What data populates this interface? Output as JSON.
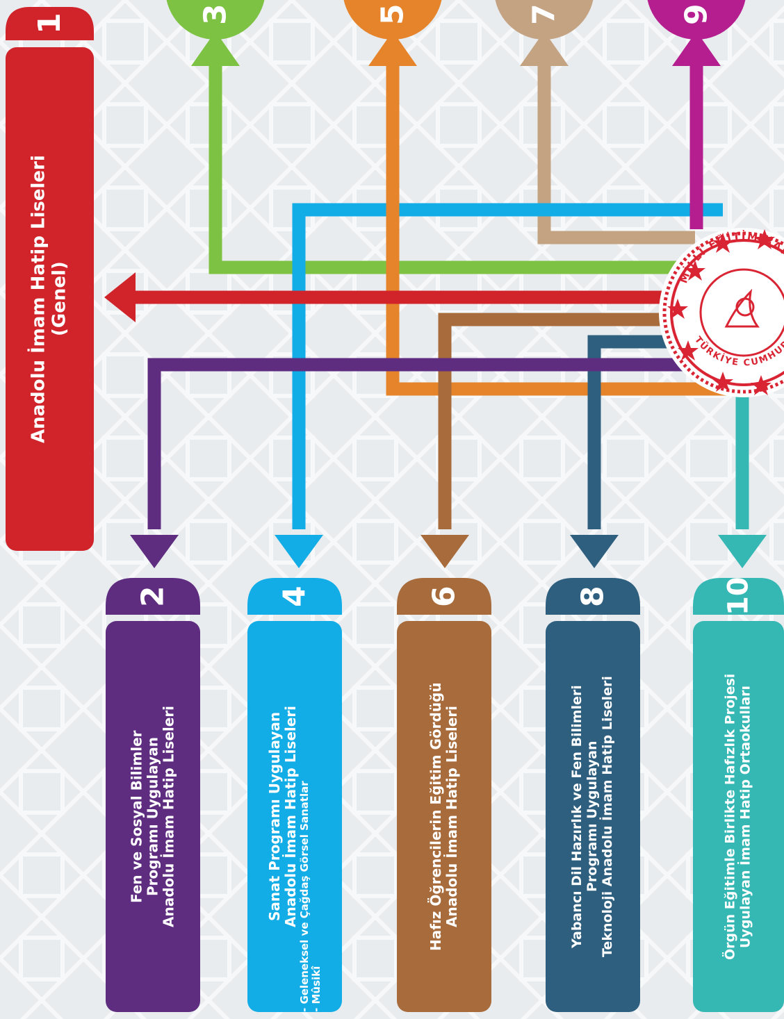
{
  "colors": {
    "red": "#d1232a",
    "purple": "#5f2d80",
    "blue": "#12ace6",
    "brown": "#a86b3b",
    "navy": "#2f5f7f",
    "teal": "#35b8b4",
    "green": "#7dc243",
    "orange": "#e5842b",
    "tan": "#c4a383",
    "magenta": "#b51e8f",
    "seal": "#d92533",
    "background": "#e8ecef"
  },
  "boxes": [
    {
      "number": "1",
      "lines": [
        "Anadolu İmam Hatip Liseleri",
        "(Genel)"
      ]
    },
    {
      "number": "2",
      "lines": [
        "Fen ve Sosyal Bilimler",
        "Programı Uygulayan",
        "Anadolu İmam Hatip Liseleri"
      ]
    },
    {
      "number": "4",
      "lines": [
        "Sanat Programı Uygulayan",
        "Anadolu İmam Hatip Liseleri"
      ],
      "sub_lines": [
        "- Geleneksel ve Çağdaş Görsel Sanatlar",
        "- Mûsikî"
      ]
    },
    {
      "number": "6",
      "lines": [
        "Hafız Öğrencilerin Eğitim Gördüğü",
        "Anadolu İmam Hatip Liseleri"
      ]
    },
    {
      "number": "8",
      "lines": [
        "Yabancı Dil Hazırlık ve Fen Bilimleri",
        "Programı Uygulayan",
        "Teknoloji Anadolu İmam Hatip Liseleri"
      ]
    },
    {
      "number": "10",
      "lines": [
        "Örgün Eğitimle Birlikte Hafızlık Projesi",
        "Uygulayan İmam Hatip Ortaokulları"
      ]
    }
  ],
  "top_numbers": [
    "3",
    "5",
    "7",
    "9"
  ],
  "seal": {
    "ring_text": "MİLLÎ EĞİTİM BAKANLIĞI",
    "ring_text_bottom": "TÜRKİYE CUMHURİYETİ"
  },
  "icons": [
    "seal-logo",
    "arrowhead"
  ]
}
